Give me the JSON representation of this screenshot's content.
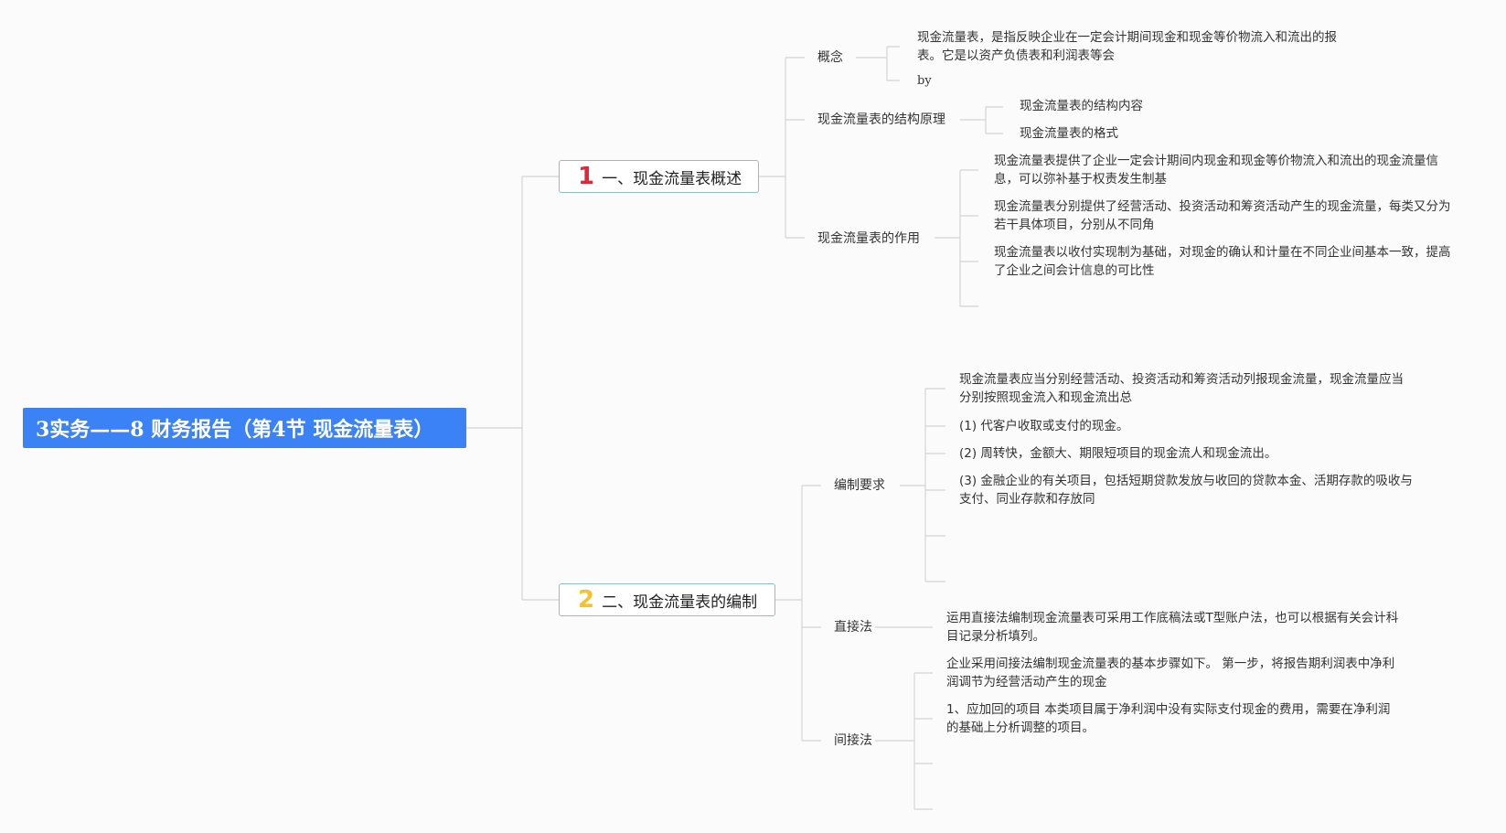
{
  "root": {
    "title": "3实务——8 财务报告（第4节 现金流量表）"
  },
  "branches": [
    {
      "number": "1",
      "label": "一、现金流量表概述",
      "topics": [
        {
          "label": "概念",
          "items": [
            "现金流量表，是指反映企业在一定会计期间现金和现金等价物流入和流出的报表。它是以资产负债表和利润表等会",
            "by"
          ]
        },
        {
          "label": "现金流量表的结构原理",
          "items": [
            "现金流量表的结构内容",
            "现金流量表的格式"
          ]
        },
        {
          "label": "现金流量表的作用",
          "items": [
            "现金流量表提供了企业一定会计期间内现金和现金等价物流入和流出的现金流量信息，可以弥补基于权责发生制基",
            "现金流量表分别提供了经营活动、投资活动和筹资活动产生的现金流量，每类又分为若干具体项目，分别从不同角",
            "现金流量表以收付实现制为基础，对现金的确认和计量在不同企业间基本一致，提高了企业之间会计信息的可比性",
            ""
          ]
        }
      ]
    },
    {
      "number": "2",
      "label": "二、现金流量表的编制",
      "topics": [
        {
          "label": "编制要求",
          "items": [
            "现金流量表应当分别经营活动、投资活动和筹资活动列报现金流量，现金流量应当分别按照现金流入和现金流出总",
            "(1) 代客户收取或支付的现金。",
            "(2) 周转快，金额大、期限短项目的现金流人和现金流出。",
            "(3) 金融企业的有关项目，包括短期贷款发放与收回的贷款本金、活期存款的吸收与支付、同业存款和存放同",
            "",
            ""
          ]
        },
        {
          "label": "直接法",
          "items": [
            "运用直接法编制现金流量表可采用工作底稿法或T型账户法，也可以根据有关会计科目记录分析填列。"
          ]
        },
        {
          "label": "间接法",
          "items": [
            "企业采用间接法编制现金流量表的基本步骤如下。 第一步，将报告期利润表中净利润调节为经营活动产生的现金",
            "1、应加回的项目 本类项目属于净利润中没有实际支付现金的费用，需要在净利润的基础上分析调整的项目。",
            "",
            ""
          ]
        }
      ]
    }
  ],
  "colors": {
    "root_bg": "#3b82f6",
    "branch_border": "#8fc1b9",
    "number_1": "#e0283b",
    "number_2": "#f2c230",
    "line": "#d4d4d4"
  }
}
